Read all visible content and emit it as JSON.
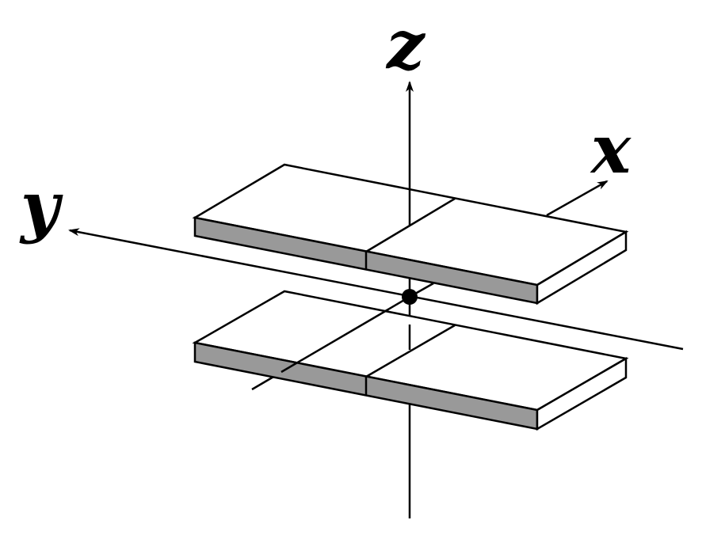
{
  "axes": {
    "x_label": "x",
    "y_label": "y",
    "z_label": "z"
  },
  "colors": {
    "line": "#000000",
    "top_face": "#ffffff",
    "side_face": "#999999",
    "background": "#ffffff"
  }
}
